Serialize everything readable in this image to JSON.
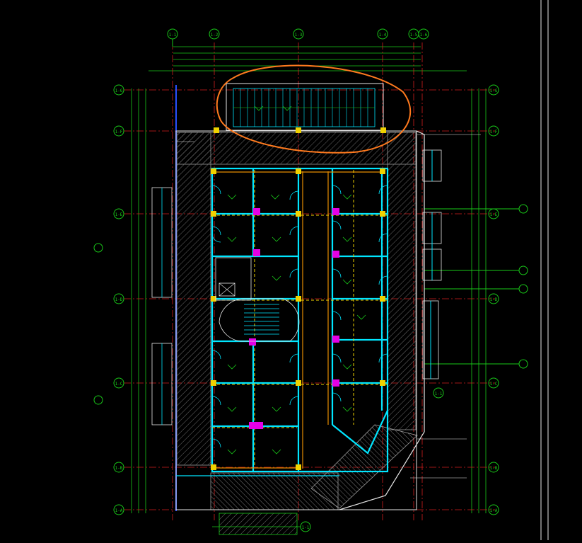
{
  "drawing": {
    "background": "#000000",
    "colors": {
      "grid_green": "#19c819",
      "axis_red": "#d21e1e",
      "wall_cyan": "#00e6ff",
      "column_yellow": "#f0d200",
      "magenta": "#e600e6",
      "wall_orange": "#e68c00",
      "white": "#e6e6e6",
      "blue": "#2850ff",
      "markup_orange": "#ff7a1e",
      "hatch": "#8a8a8a"
    },
    "grid_axes_top": [
      {
        "id": "axis-1",
        "label": "1-1"
      },
      {
        "id": "axis-2",
        "label": "1-2"
      },
      {
        "id": "axis-3",
        "label": "1-3"
      },
      {
        "id": "axis-4",
        "label": "1-4"
      },
      {
        "id": "axis-5",
        "label": "1-5"
      },
      {
        "id": "axis-6",
        "label": "1-6"
      }
    ],
    "grid_axes_left": [
      {
        "id": "axis-A",
        "label": "1-G"
      },
      {
        "id": "axis-B",
        "label": "1-F"
      },
      {
        "id": "axis-C",
        "label": "1-E"
      },
      {
        "id": "axis-D",
        "label": "1-D"
      },
      {
        "id": "axis-E",
        "label": "1-C"
      },
      {
        "id": "axis-F",
        "label": "1-B"
      },
      {
        "id": "axis-G",
        "label": "1-A"
      }
    ],
    "grid_axes_right": [
      {
        "id": "r-axis-A",
        "label": "1-G"
      },
      {
        "id": "r-axis-B",
        "label": "1-F"
      },
      {
        "id": "r-axis-C",
        "label": "1-E"
      },
      {
        "id": "r-axis-D",
        "label": "1-D"
      },
      {
        "id": "r-axis-E",
        "label": "1-C"
      },
      {
        "id": "r-axis-F",
        "label": "1-B"
      },
      {
        "id": "r-axis-G",
        "label": "1-A"
      }
    ],
    "section_marks": [
      {
        "id": "sec-a",
        "label": "1-1"
      },
      {
        "id": "sec-b",
        "label": "1-1"
      }
    ],
    "markup": {
      "shape": "ellipse",
      "color": "#ff7a1e"
    }
  }
}
